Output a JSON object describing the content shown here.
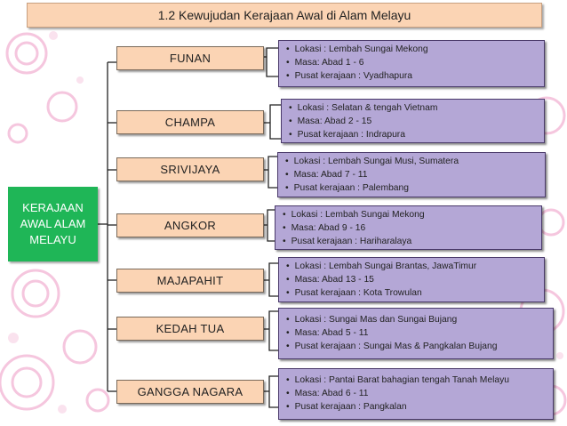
{
  "title": "1.2 Kewujudan Kerajaan Awal di Alam Melayu",
  "root": {
    "label": "KERAJAAN AWAL ALAM MELAYU"
  },
  "kingdoms": [
    {
      "name": "FUNAN",
      "details": [
        "Lokasi : Lembah Sungai Mekong",
        "Masa: Abad 1 - 6",
        "Pusat kerajaan : Vyadhapura"
      ]
    },
    {
      "name": "CHAMPA",
      "details": [
        "Lokasi : Selatan & tengah Vietnam",
        "Masa: Abad 2 - 15",
        "Pusat kerajaan : Indrapura"
      ]
    },
    {
      "name": "SRIVIJAYA",
      "details": [
        "Lokasi : Lembah Sungai Musi, Sumatera",
        "Masa: Abad 7 - 11",
        "Pusat kerajaan : Palembang"
      ]
    },
    {
      "name": "ANGKOR",
      "details": [
        "Lokasi : Lembah Sungai Mekong",
        "Masa: Abad 9 - 16",
        "Pusat kerajaan : Hariharalaya"
      ]
    },
    {
      "name": "MAJAPAHIT",
      "details": [
        "Lokasi : Lembah Sungai Brantas, JawaTimur",
        "Masa: Abad 13 - 15",
        "Pusat kerajaan : Kota Trowulan"
      ]
    },
    {
      "name": "KEDAH TUA",
      "details": [
        "Lokasi : Sungai Mas dan Sungai Bujang",
        "Masa: Abad 5 - 11",
        "Pusat kerajaan : Sungai Mas &  Pangkalan Bujang"
      ]
    },
    {
      "name": "GANGGA NAGARA",
      "details": [
        "Lokasi : Pantai Barat bahagian tengah Tanah Melayu",
        "Masa: Abad 6 - 11",
        "Pusat kerajaan : Pangkalan"
      ]
    }
  ]
}
